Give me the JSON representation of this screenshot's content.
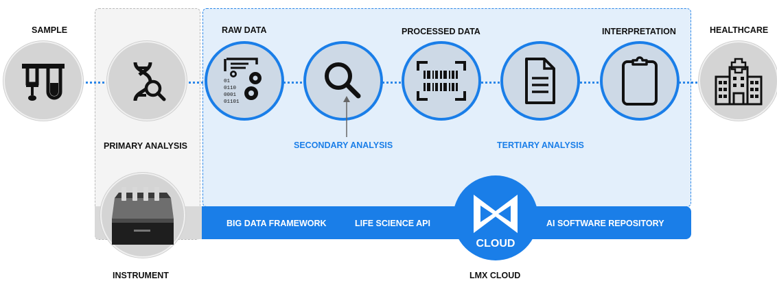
{
  "labels": {
    "sample": "SAMPLE",
    "primary_analysis": "PRIMARY ANALYSIS",
    "raw_data": "RAW DATA",
    "processed_data": "PROCESSED DATA",
    "interpretation": "INTERPRETATION",
    "healthcare": "HEALTHCARE",
    "secondary_analysis": "SECONDARY ANALYSIS",
    "tertiary_analysis": "TERTIARY ANALYSIS",
    "instrument": "INSTRUMENT",
    "lmx_cloud": "LMX CLOUD"
  },
  "band": {
    "big_data": "BIG DATA FRAMEWORK",
    "life_science": "LIFE SCIENCE API",
    "ai_repo": "AI SOFTWARE REPOSITORY"
  },
  "cloud_logo": {
    "text": "CLOUD"
  },
  "raw_data_icon": {
    "lines": [
      "01",
      "0110",
      "0001",
      "01101"
    ]
  },
  "colors": {
    "accent": "#1a7ee8",
    "cloud_bg": "#e3effb",
    "grey_circle": "#d4d4d4"
  },
  "icons": [
    "test-tubes-icon",
    "dna-search-icon",
    "data-gears-icon",
    "magnifier-icon",
    "barcode-icon",
    "document-icon",
    "clipboard-icon",
    "hospital-icon"
  ]
}
